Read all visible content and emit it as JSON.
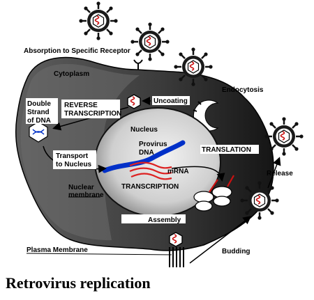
{
  "labels": {
    "absorption": "Absorption to Specific Receptor",
    "cytoplasm": "Cytoplasm",
    "endocytosis": "Endocytosis",
    "uncoating": "Uncoating",
    "reverse_1": "REVERSE",
    "reverse_2": "TRANSCRIPTION",
    "double_1": "Double",
    "double_2": "Strand",
    "double_3": "of DNA",
    "nucleus": "Nucleus",
    "provirus_1": "Provirus",
    "provirus_2": "DNA",
    "translation": "TRANSLATION",
    "transport_1": "Transport",
    "transport_2": "to Nucleus",
    "mrna": "mRNA",
    "transcription": "TRANSCRIPTION",
    "release": "Release",
    "nuclear_1": "Nuclear",
    "nuclear_2": "membrane",
    "assembly": "Assembly",
    "plasma_membrane": "Plasma Membrane",
    "budding": "Budding"
  },
  "caption": "Retrovirus replication",
  "icons": [
    "virus-particle-icon",
    "receptor-icon",
    "ribosome-icon"
  ],
  "colors": {
    "cell_dark": "#3a3a3a",
    "nucleus": "#d9d9d9",
    "dna": "#0033cc",
    "rna": "#dd2222",
    "virus": "#222222"
  }
}
